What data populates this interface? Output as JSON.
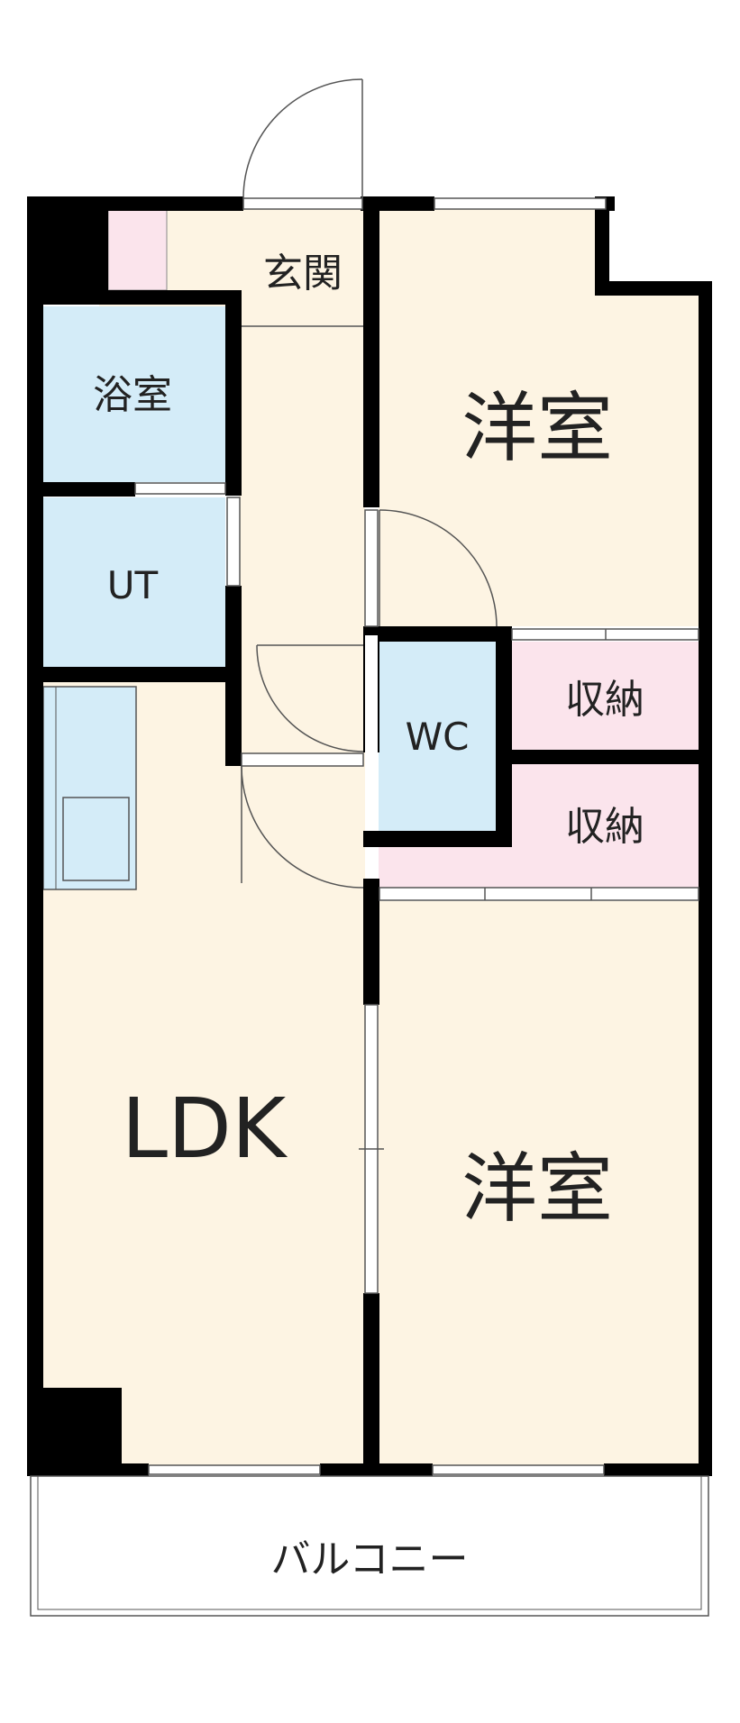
{
  "rooms": {
    "genkan": "玄関",
    "bath": "浴室",
    "utility": "UT",
    "western_room_north": "洋室",
    "wc": "WC",
    "storage_upper": "収納",
    "storage_lower": "収納",
    "ldk": "LDK",
    "western_room_south": "洋室",
    "balcony": "バルコニー"
  },
  "colors": {
    "wall": "#000000",
    "living_floor": "#fdf4e3",
    "wet_area": "#d4ecf8",
    "storage": "#fbe4ec",
    "line": "#555555"
  }
}
